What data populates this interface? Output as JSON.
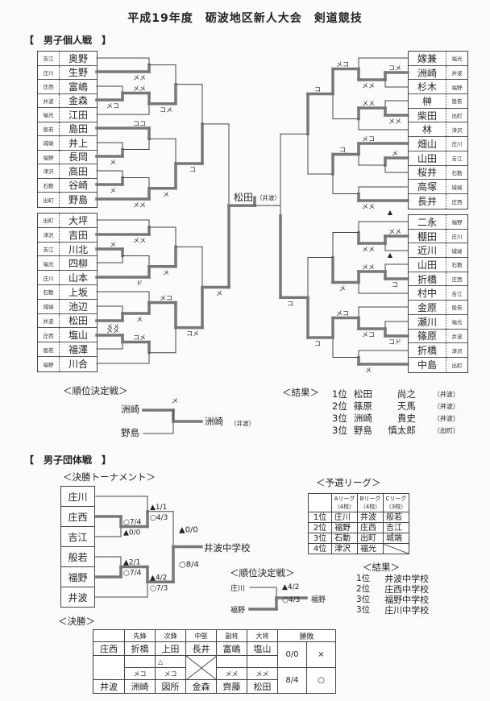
{
  "title": "平成19年度　砺波地区新人大会　剣道競技",
  "individual": {
    "heading": "【　男子個人戦　】",
    "left_top": [
      {
        "school": "吉江",
        "name": "奥野"
      },
      {
        "school": "庄川",
        "name": "生野"
      },
      {
        "school": "庄西",
        "name": "富嶋"
      },
      {
        "school": "井波",
        "name": "金森"
      },
      {
        "school": "福光",
        "name": "江田"
      },
      {
        "school": "般若",
        "name": "島田"
      },
      {
        "school": "城端",
        "name": "井上"
      },
      {
        "school": "福野",
        "name": "長岡"
      },
      {
        "school": "津沢",
        "name": "高田"
      },
      {
        "school": "石動",
        "name": "谷崎"
      },
      {
        "school": "出町",
        "name": "野島"
      }
    ],
    "left_bottom": [
      {
        "school": "出町",
        "name": "大坪"
      },
      {
        "school": "津沢",
        "name": "吉田"
      },
      {
        "school": "吉江",
        "name": "川北"
      },
      {
        "school": "福光",
        "name": "四柳"
      },
      {
        "school": "庄川",
        "name": "山本"
      },
      {
        "school": "石動",
        "name": "上坂"
      },
      {
        "school": "城端",
        "name": "池辺"
      },
      {
        "school": "井波",
        "name": "松田"
      },
      {
        "school": "庄西",
        "name": "塩山"
      },
      {
        "school": "般若",
        "name": "福澤"
      },
      {
        "school": "福野",
        "name": "川合"
      }
    ],
    "right_top": [
      {
        "school": "福光",
        "name": "嫁兼"
      },
      {
        "school": "井波",
        "name": "洲崎"
      },
      {
        "school": "福野",
        "name": "杉木"
      },
      {
        "school": "般若",
        "name": "榊"
      },
      {
        "school": "出町",
        "name": "柴田"
      },
      {
        "school": "津沢",
        "name": "林"
      },
      {
        "school": "庄川",
        "name": "畑山"
      },
      {
        "school": "吉江",
        "name": "山田"
      },
      {
        "school": "石動",
        "name": "桜井"
      },
      {
        "school": "城端",
        "name": "高塚"
      },
      {
        "school": "庄西",
        "name": "長井"
      }
    ],
    "right_bottom": [
      {
        "school": "福野",
        "name": "二永"
      },
      {
        "school": "庄川",
        "name": "棚田"
      },
      {
        "school": "城端",
        "name": "近川"
      },
      {
        "school": "石動",
        "name": "山田"
      },
      {
        "school": "庄西",
        "name": "折橋"
      },
      {
        "school": "吉江",
        "name": "村中"
      },
      {
        "school": "般若",
        "name": "金原"
      },
      {
        "school": "福光",
        "name": "瀬川"
      },
      {
        "school": "井波",
        "name": "篠原"
      },
      {
        "school": "津沢",
        "name": "折橋"
      },
      {
        "school": "出町",
        "name": "中島"
      }
    ],
    "marks": {
      "A": "メメ",
      "B": "メコ",
      "C": "メメ",
      "D": "コメ",
      "E": "メ",
      "F": "ココ",
      "G": "メ",
      "H": "メメ",
      "I": "メ",
      "J": "コ",
      "K": "メメ",
      "L": "メ",
      "M": "ド",
      "N": "メ",
      "O": "メメ",
      "P": "メ",
      "Q": "メメ",
      "R": "コメ",
      "S": "メコ",
      "T": "コメ",
      "U": "メ",
      "a": "コメ",
      "b": "メメ",
      "c": "メメ",
      "d": "メメ",
      "e": "メコ",
      "f": "メ",
      "g": "メコ",
      "h": "メメ",
      "i": "コ",
      "j": "コ",
      "k": "メメ",
      "l": "メメ",
      "m": "コ",
      "n": "メメ",
      "o": "メ",
      "p": "コド",
      "q": "メコ",
      "r": "メ",
      "s": "メコ",
      "t": "コ",
      "u": "コ"
    },
    "triangle_mark": "▲",
    "champion": {
      "name": "松田",
      "school": "（井波）"
    },
    "playoff": {
      "heading": "＜順位決定戦＞",
      "top": "洲崎",
      "bottom": "野島",
      "mark": "メ",
      "winner": "洲崎",
      "winner_school": "（井波）"
    },
    "results": {
      "heading": "＜結果＞",
      "rows": [
        {
          "rank": "1位",
          "family": "松田",
          "given": "尚之",
          "school": "（井波）"
        },
        {
          "rank": "2位",
          "family": "篠原",
          "given": "天馬",
          "school": "（井波）"
        },
        {
          "rank": "3位",
          "family": "洲崎",
          "given": "貴史",
          "school": "（井波）"
        },
        {
          "rank": "3位",
          "family": "野島",
          "given": "慎太郎",
          "school": "（出町）"
        }
      ]
    }
  },
  "team": {
    "heading": "【　男子団体戦　】",
    "tournament": {
      "heading": "＜決勝トーナメント＞",
      "teams": [
        "庄川",
        "庄西",
        "吉江",
        "般若",
        "福野",
        "井波"
      ],
      "marks": {
        "m1": {
          "a": "○7/4",
          "b": "▲0/0"
        },
        "m2": {
          "a": "▲1/1",
          "b": "○4/3"
        },
        "m3": {
          "a": "▲2/1",
          "b": "○7/4"
        },
        "m4": {
          "a": "▲4/2",
          "b": "○7/3"
        },
        "m5": {
          "a": "▲0/0",
          "b": "○8/4"
        }
      },
      "winner": "井波中学校"
    },
    "playoff": {
      "heading": "＜順位決定戦＞",
      "top": "庄川",
      "bottom": "福野",
      "mark_a": "▲4/2",
      "mark_b": "○4/3",
      "winner": "福野"
    },
    "league": {
      "heading": "＜予選リーグ＞",
      "columns": [
        {
          "name": "Aリーグ",
          "count": "（4校）"
        },
        {
          "name": "Bリーグ",
          "count": "（4校）"
        },
        {
          "name": "Cリーグ",
          "count": "（3校）"
        }
      ],
      "rows": [
        {
          "rank": "1位",
          "cells": [
            "庄川",
            "井波",
            "般若"
          ]
        },
        {
          "rank": "2位",
          "cells": [
            "福野",
            "庄西",
            "吉江"
          ]
        },
        {
          "rank": "3位",
          "cells": [
            "石動",
            "出町",
            "城端"
          ]
        },
        {
          "rank": "4位",
          "cells": [
            "津沢",
            "福光",
            ""
          ]
        }
      ]
    },
    "results": {
      "heading": "＜結果＞",
      "rows": [
        {
          "rank": "1位",
          "school": "井波中学校"
        },
        {
          "rank": "2位",
          "school": "庄西中学校"
        },
        {
          "rank": "3位",
          "school": "福野中学校"
        },
        {
          "rank": "3位",
          "school": "庄川中学校"
        }
      ]
    },
    "final": {
      "heading": "＜決勝＞",
      "positions": [
        "先鋒",
        "次鋒",
        "中堅",
        "副将",
        "大将"
      ],
      "result_header": "勝敗",
      "team_a": {
        "name": "庄西",
        "players": [
          "折橋",
          "上田",
          "長井",
          "富嶋",
          "塩山"
        ],
        "marks": [
          "",
          "△",
          "",
          "",
          ""
        ],
        "score": "0/0",
        "result": "×"
      },
      "team_b": {
        "name": "井波",
        "players": [
          "洲崎",
          "図所",
          "金森",
          "齊藤",
          "松田"
        ],
        "marks": [
          "メコ",
          "メコ",
          "",
          "メメ",
          "メメ"
        ],
        "score": "8/4",
        "result": "○"
      }
    }
  }
}
